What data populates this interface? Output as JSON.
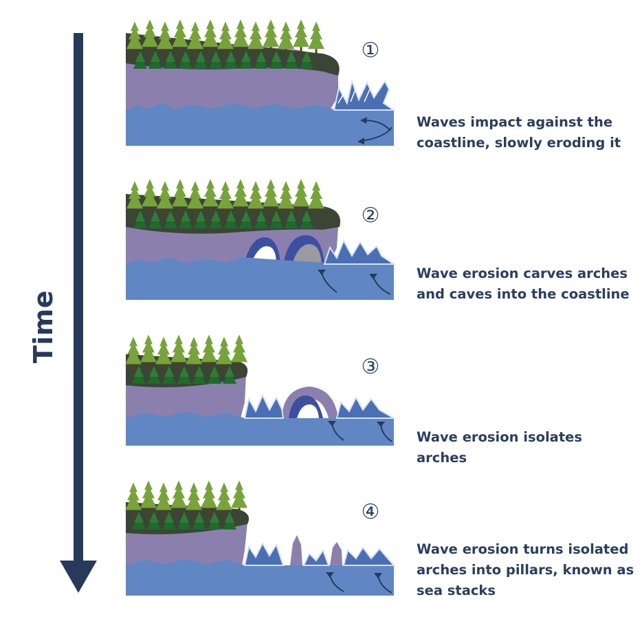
{
  "axis": {
    "time_label": "Time"
  },
  "stages": [
    {
      "number": "①",
      "caption_lines": [
        "Waves impact against the",
        "coastline, slowly eroding it"
      ]
    },
    {
      "number": "②",
      "caption_lines": [
        "Wave erosion carves arches",
        "and caves into the coastline"
      ]
    },
    {
      "number": "③",
      "caption_lines": [
        "Wave erosion isolates arches"
      ]
    },
    {
      "number": "④",
      "caption_lines": [
        "Wave erosion turns isolated",
        "arches into pillars, known as",
        "sea stacks"
      ]
    }
  ],
  "colors": {
    "arrow": "#273a5c",
    "water": "#6087c4",
    "cliff": "#8b80ad",
    "cliff_top": "#3b4535",
    "tree": "#77a33a",
    "tree_dark": "#1f6a2c",
    "wave_foam": "#d6e3f5",
    "cave": "#3c4fa0",
    "text": "#2b3e5e"
  }
}
